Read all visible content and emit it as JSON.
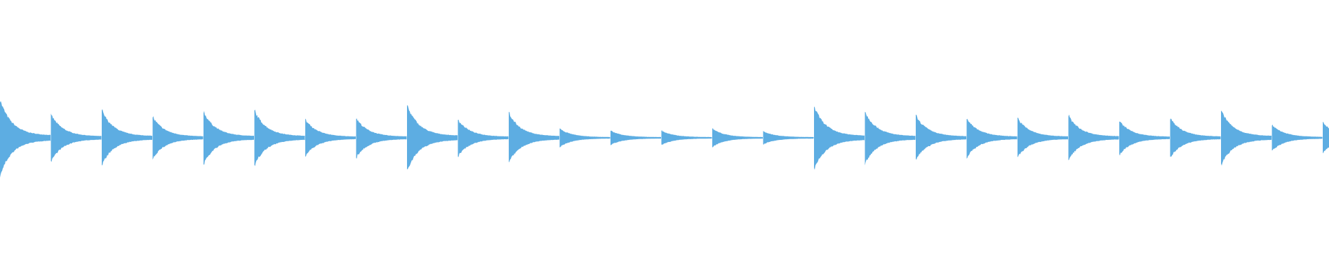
{
  "chart_data": {
    "type": "area",
    "title": "",
    "xlabel": "",
    "ylabel": "",
    "ylim": [
      -1,
      1
    ],
    "grid": false,
    "color": "#5dade2",
    "onset_count": 27,
    "peak_amplitudes": [
      0.29,
      0.18,
      0.21,
      0.16,
      0.2,
      0.21,
      0.14,
      0.15,
      0.25,
      0.14,
      0.19,
      0.07,
      0.055,
      0.055,
      0.07,
      0.05,
      0.24,
      0.2,
      0.17,
      0.15,
      0.15,
      0.17,
      0.13,
      0.15,
      0.21,
      0.1,
      0.12
    ]
  }
}
